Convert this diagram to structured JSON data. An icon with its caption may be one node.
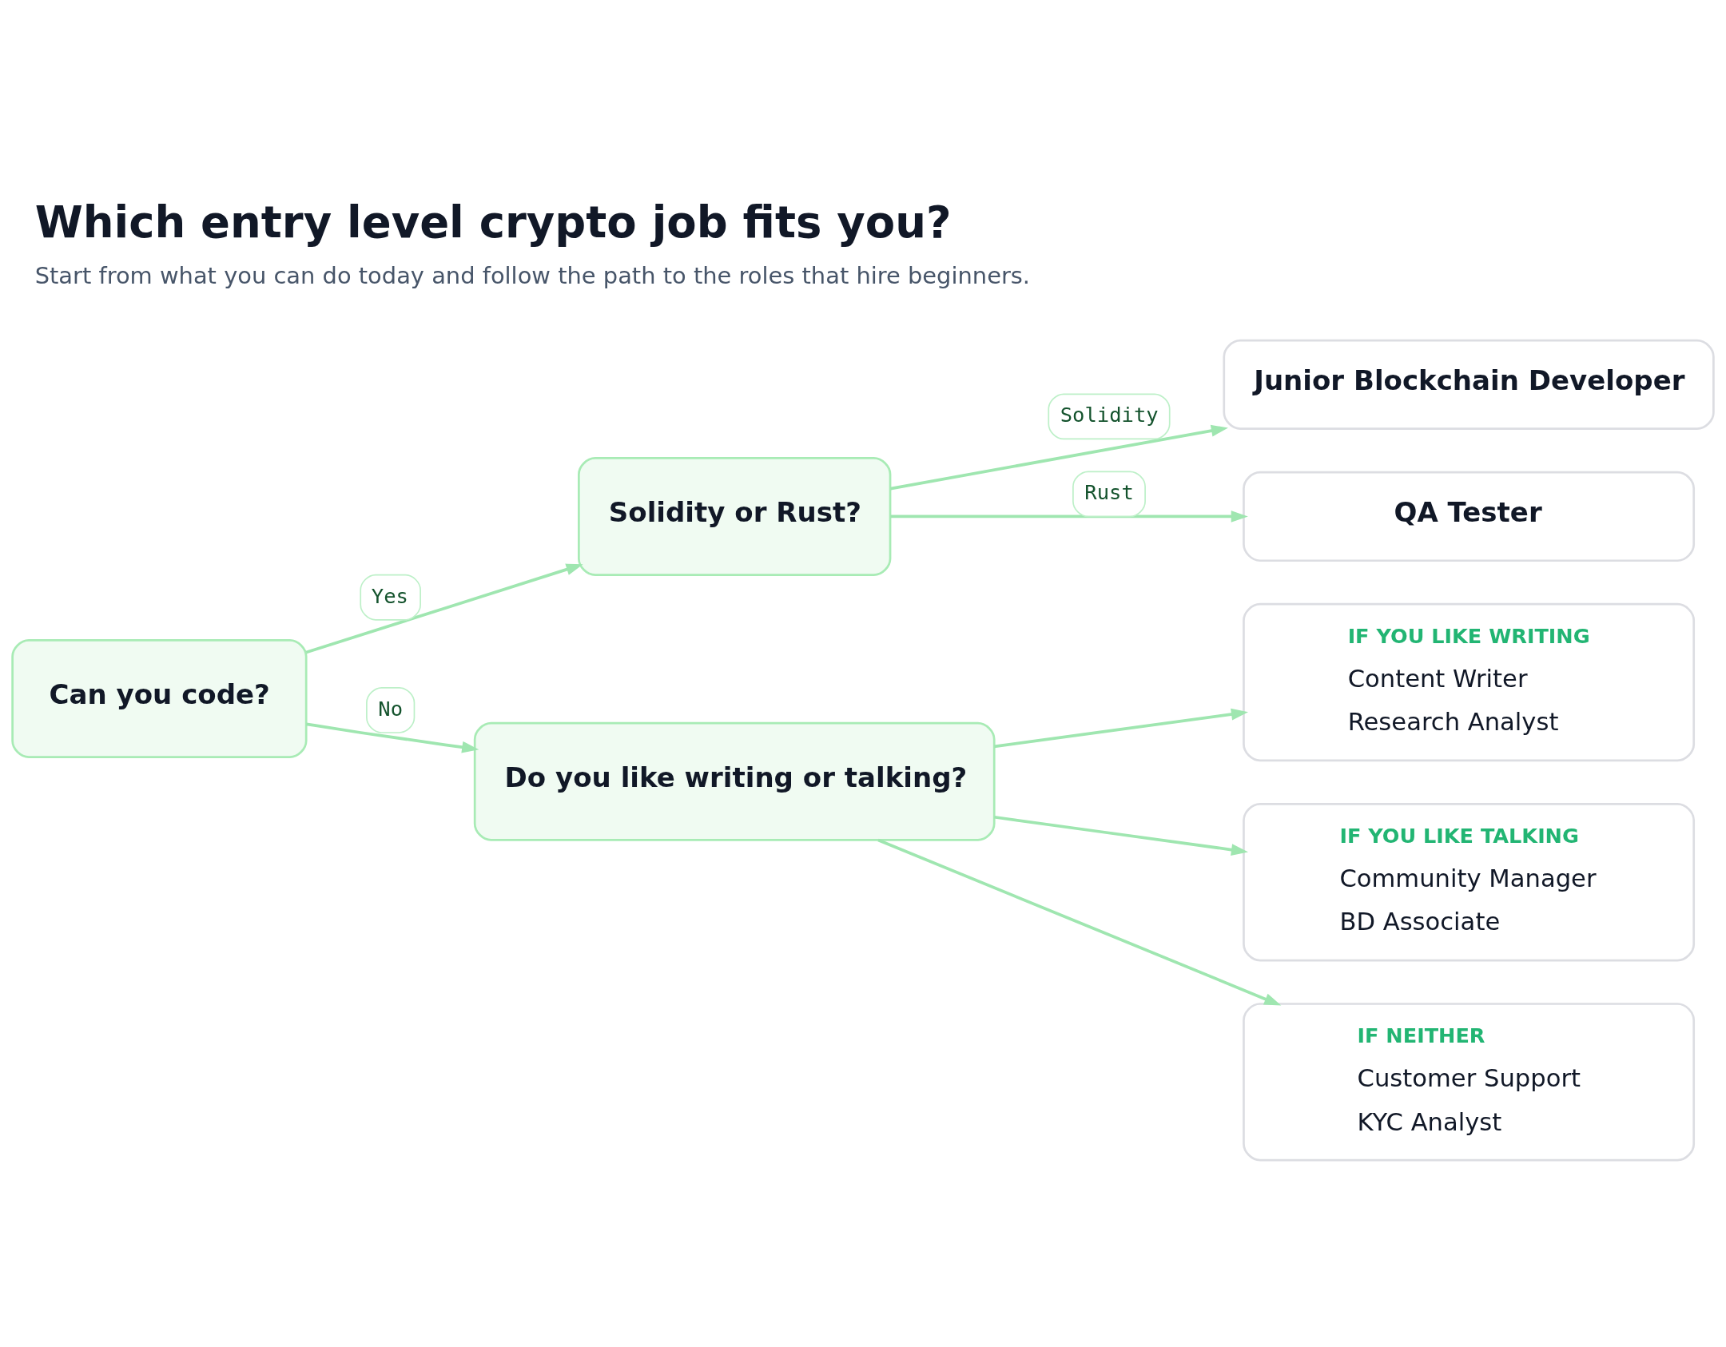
{
  "diagram": {
    "title": "Which entry level crypto job fits you?",
    "caption": "Start from what you can do today and follow the path to the roles that hire beginners.",
    "nodes": [
      {
        "text": [
          "Can you code?"
        ]
      },
      {
        "text": [
          "Solidity or Rust?"
        ]
      },
      {
        "text": [
          "Junior Blockchain Developer"
        ]
      },
      {
        "text": [
          "QA Tester"
        ]
      },
      {
        "text": [
          "Do you like writing or talking?"
        ]
      },
      {
        "text": [
          "IF YOU LIKE WRITING",
          "Content Writer",
          "Research Analyst"
        ]
      },
      {
        "text": [
          "IF YOU LIKE TALKING",
          "Community Manager",
          "BD Associate"
        ]
      },
      {
        "text": [
          "IF NEITHER",
          "Customer Support",
          "KYC Analyst"
        ]
      }
    ],
    "edges": [
      {
        "from": 0,
        "to": 1,
        "arrow": "to",
        "label": "Yes"
      },
      {
        "from": 0,
        "to": 4,
        "arrow": "to",
        "label": "No"
      },
      {
        "from": 1,
        "to": 2,
        "arrow": "to",
        "label": "Solidity"
      },
      {
        "from": 1,
        "to": 3,
        "arrow": "to",
        "label": "Rust"
      },
      {
        "from": 4,
        "to": 5,
        "arrow": "to"
      },
      {
        "from": 4,
        "to": 6,
        "arrow": "to"
      },
      {
        "from": 4,
        "to": 7,
        "arrow": "to"
      }
    ]
  }
}
